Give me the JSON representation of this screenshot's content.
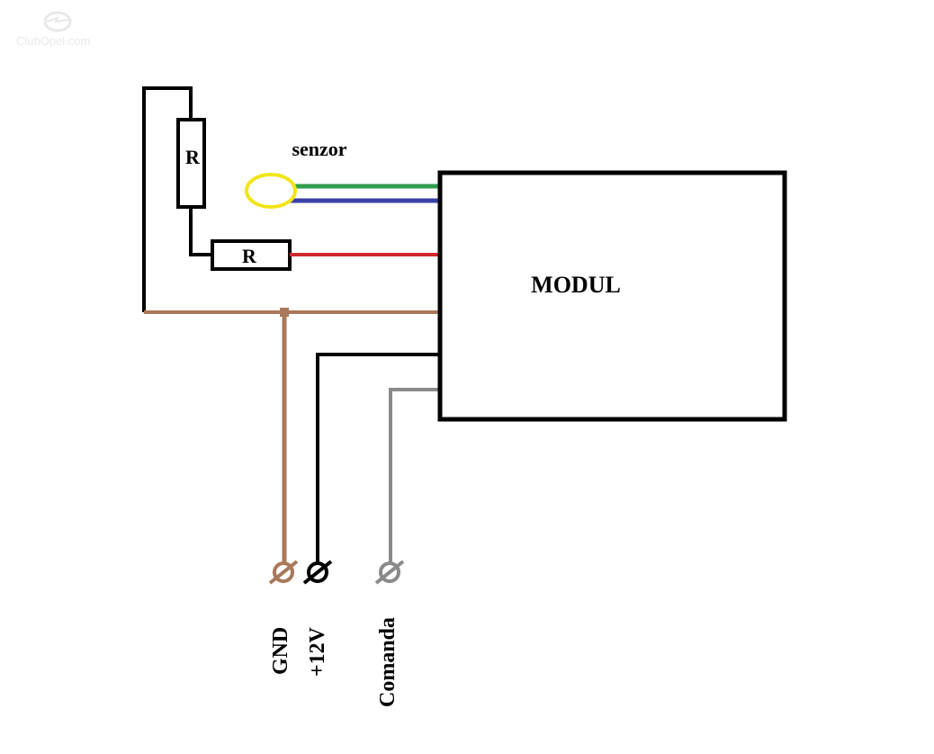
{
  "watermark": {
    "text": "ClubOpel.com"
  },
  "diagram": {
    "sensor_label": "senzor",
    "module_label": "MODUL",
    "resistor_1_label": "R",
    "resistor_2_label": "R",
    "terminals": {
      "gnd": "GND",
      "plus12v": "+12V",
      "comanda": "Comanda"
    }
  },
  "colors": {
    "outline": "#000000",
    "sensor": "#f2e51a",
    "wire_green": "#2e9e4f",
    "wire_blue": "#3b3fa8",
    "wire_red": "#d12a2a",
    "wire_gnd": "#a9795a",
    "wire_12v": "#000000",
    "wire_comanda": "#8a8a8a"
  }
}
